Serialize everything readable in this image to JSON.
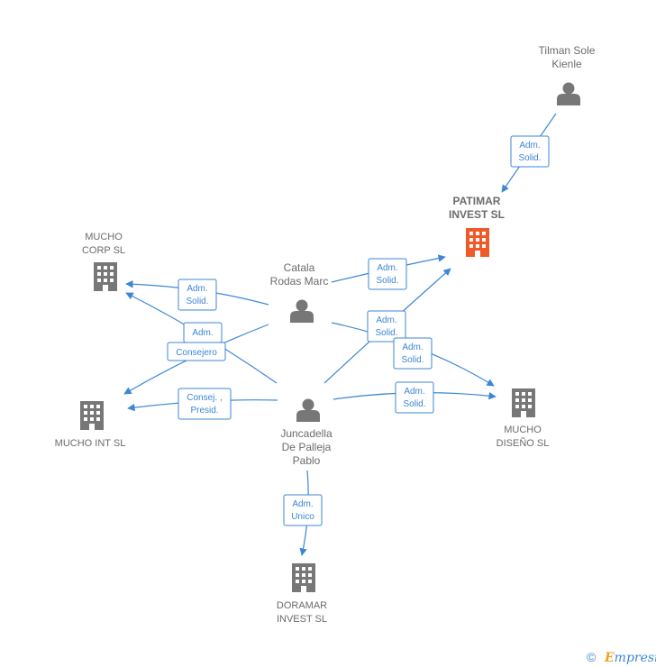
{
  "persons": {
    "tilman": [
      "Tilman Sole",
      "Kienle"
    ],
    "catala": [
      "Catala",
      "Rodas Marc"
    ],
    "juncadella": [
      "Juncadella",
      "De Palleja",
      "Pablo"
    ]
  },
  "companies": {
    "patimar": [
      "PATIMAR",
      "INVEST  SL"
    ],
    "mucho_corp": [
      "MUCHO",
      "CORP  SL"
    ],
    "mucho_int": [
      "MUCHO INT  SL"
    ],
    "mucho_diseno": [
      "MUCHO",
      "DISEÑO SL"
    ],
    "doramar": [
      "DORAMAR",
      "INVEST  SL"
    ]
  },
  "relations": {
    "tilman_patimar": [
      "Adm.",
      "Solid."
    ],
    "catala_patimar": [
      "Adm.",
      "Solid."
    ],
    "catala_mucho_corp": [
      "Adm.",
      "Solid."
    ],
    "juncadella_mucho_corp": [
      "Adm."
    ],
    "consejero": [
      "Consejero"
    ],
    "juncadella_mucho_int": [
      "Consej. ,",
      "Presid."
    ],
    "juncadella_patimar": [
      "Adm.",
      "Solid."
    ],
    "catala_mucho_diseno": [
      "Adm.",
      "Solid."
    ],
    "juncadella_mucho_diseno": [
      "Adm.",
      "Solid."
    ],
    "juncadella_doramar": [
      "Adm.",
      "Unico"
    ]
  },
  "colors": {
    "accent": "#3d86d4",
    "focus_company": "#f05a28",
    "node": "#777777"
  },
  "brand": {
    "copyright": "©",
    "name_initial": "E",
    "name_rest": "mpresia"
  }
}
